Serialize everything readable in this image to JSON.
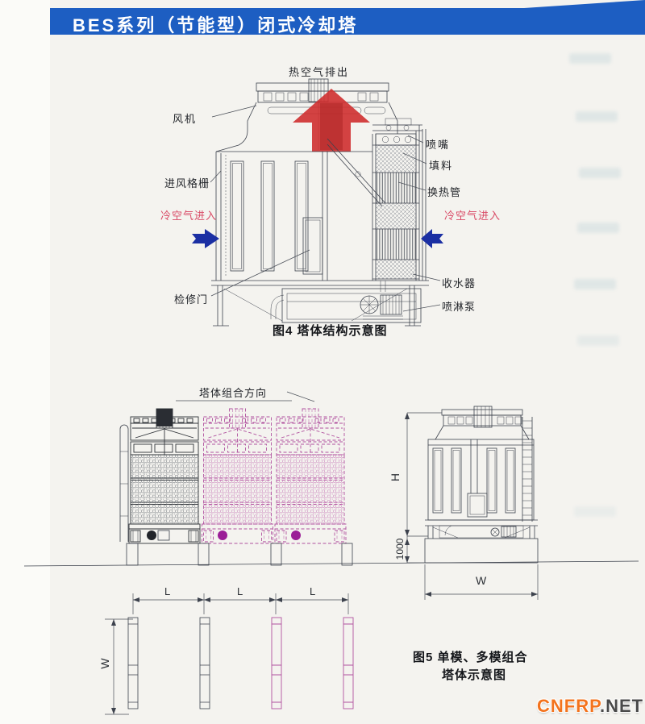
{
  "header": {
    "title": "BES系列（节能型）闭式冷却塔",
    "bg_color": "#1d5ec2",
    "text_color": "#ffffff"
  },
  "figure4": {
    "caption": "图4 塔体结构示意图",
    "labels": {
      "hot_air_out": "热空气排出",
      "fan": "风机",
      "inlet_grille": "进风格栅",
      "cold_air_in_left": "冷空气进入",
      "cold_air_in_right": "冷空气进入",
      "nozzle": "喷嘴",
      "fill": "填料",
      "heat_tube": "换热管",
      "water_collector": "收水器",
      "spray_pump": "喷淋泵",
      "access_door": "检修门"
    },
    "colors": {
      "hot_arrow_red": "#cf2f2f",
      "cold_arrow_blue": "#1b2fa3",
      "red_label": "#d94a66"
    }
  },
  "figure5": {
    "caption_line1": "图5 单模、多模组合",
    "caption_line2": "塔体示意图",
    "direction_label": "塔体组合方向",
    "dims": {
      "height": "H",
      "foundation": "1000",
      "width_front": "W",
      "span1": "L",
      "span2": "L",
      "span3": "L",
      "width_plan": "W"
    },
    "colors": {
      "module_pink": "#b1529f"
    }
  },
  "watermark": {
    "brand": "CNFRP",
    "tld": ".NET",
    "brand_color": "#f3731d"
  }
}
